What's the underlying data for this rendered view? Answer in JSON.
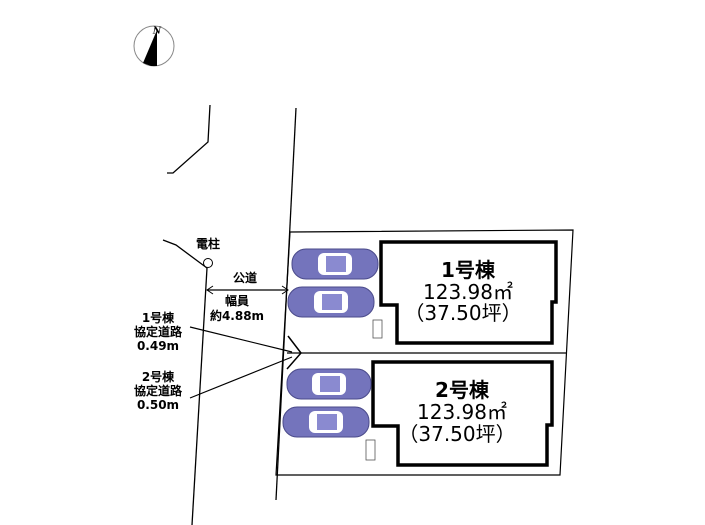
{
  "compass": {
    "label": "N"
  },
  "utility_pole": {
    "label": "電柱"
  },
  "road": {
    "name": "公道",
    "width_label": "幅員",
    "width_value": "約4.88m"
  },
  "agreement_road": [
    {
      "building": "1号棟",
      "label": "協定道路",
      "value": "0.49m"
    },
    {
      "building": "2号棟",
      "label": "協定道路",
      "value": "0.50m"
    }
  ],
  "buildings": [
    {
      "name": "1号棟",
      "area_sqm": "123.98㎡",
      "area_tsubo": "（37.50坪）"
    },
    {
      "name": "2号棟",
      "area_sqm": "123.98㎡",
      "area_tsubo": "（37.50坪）"
    }
  ],
  "colors": {
    "car": "#7474bc"
  }
}
